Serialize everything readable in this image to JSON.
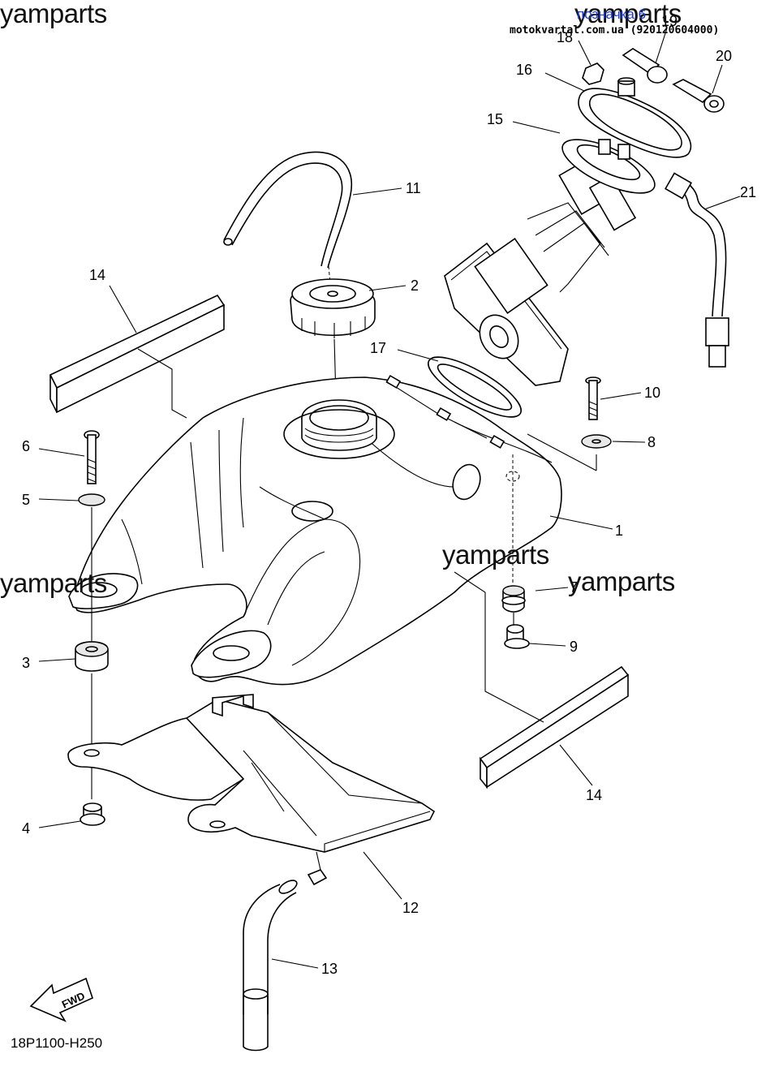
{
  "watermarks": {
    "top_left": "yamparts",
    "top_right": "yamparts",
    "middle_left": "yamparts",
    "middle_center": "yamparts",
    "middle_right": "yamparts"
  },
  "ad": {
    "link_text": "позначка 6",
    "site_text": "motokvartal.com.ua (920120604000)",
    "link_color": "#1a3bd6"
  },
  "drawing_code": "18P1100-H250",
  "fwd_label": "FWD",
  "callouts": {
    "c1": "1",
    "c2": "2",
    "c3": "3",
    "c4": "4",
    "c5": "5",
    "c6": "6",
    "c7": "7",
    "c8": "8",
    "c9": "9",
    "c10": "10",
    "c11": "11",
    "c12": "12",
    "c13": "13",
    "c14a": "14",
    "c14b": "14",
    "c15": "15",
    "c16": "16",
    "c17": "17",
    "c18": "18",
    "c19": "19",
    "c20": "20",
    "c21": "21"
  }
}
